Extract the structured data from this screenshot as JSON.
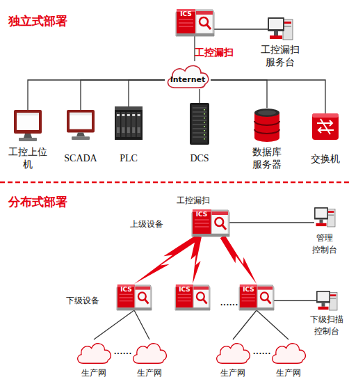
{
  "diagram": {
    "nodes": [
      {
        "text": [
          "ICS",
          "工控漏扫"
        ]
      },
      {
        "text": [
          "工控漏扫 服务台"
        ]
      },
      {
        "text": [
          "Internet"
        ]
      },
      {
        "text": [
          "工控上位 机"
        ]
      },
      {
        "text": [
          "SCADA"
        ]
      },
      {
        "text": [
          "PLC"
        ]
      },
      {
        "text": [
          "DCS"
        ]
      },
      {
        "text": [
          "数据库 服务器"
        ]
      },
      {
        "text": [
          "交换机"
        ]
      },
      {
        "text": [
          "工控漏扫",
          "ICS"
        ]
      },
      {
        "text": [
          "管理 控制台"
        ]
      },
      {
        "text": [
          "ICS"
        ]
      },
      {
        "text": [
          "ICS"
        ]
      },
      {
        "text": [
          "ICS"
        ]
      },
      {
        "text": [
          "下级扫描 控制台"
        ]
      },
      {
        "text": [
          "生产网"
        ]
      },
      {
        "text": [
          "生产网"
        ]
      },
      {
        "text": [
          "生产网"
        ]
      },
      {
        "text": [
          "生产网"
        ]
      }
    ],
    "edges": [
      {
        "from": 0,
        "to": 1,
        "arrow": "none"
      },
      {
        "from": 0,
        "to": 2,
        "arrow": "none"
      },
      {
        "from": 2,
        "to": 3,
        "arrow": "none"
      },
      {
        "from": 2,
        "to": 4,
        "arrow": "none"
      },
      {
        "from": 2,
        "to": 5,
        "arrow": "none"
      },
      {
        "from": 2,
        "to": 6,
        "arrow": "none"
      },
      {
        "from": 2,
        "to": 7,
        "arrow": "none"
      },
      {
        "from": 2,
        "to": 8,
        "arrow": "none"
      },
      {
        "from": 9,
        "to": 10,
        "arrow": "none"
      },
      {
        "from": 9,
        "to": 11,
        "arrow": "to"
      },
      {
        "from": 9,
        "to": 12,
        "arrow": "to"
      },
      {
        "from": 9,
        "to": 13,
        "arrow": "to"
      },
      {
        "from": 13,
        "to": 14,
        "arrow": "none"
      },
      {
        "from": 11,
        "to": 15,
        "arrow": "none"
      },
      {
        "from": 11,
        "to": 16,
        "arrow": "none"
      },
      {
        "from": 13,
        "to": 17,
        "arrow": "none"
      },
      {
        "from": 13,
        "to": 18,
        "arrow": "none"
      }
    ],
    "labels": [
      "独立式部署",
      "分布式部署",
      "上级设备",
      "下级设备",
      "......",
      "......",
      "......"
    ]
  }
}
